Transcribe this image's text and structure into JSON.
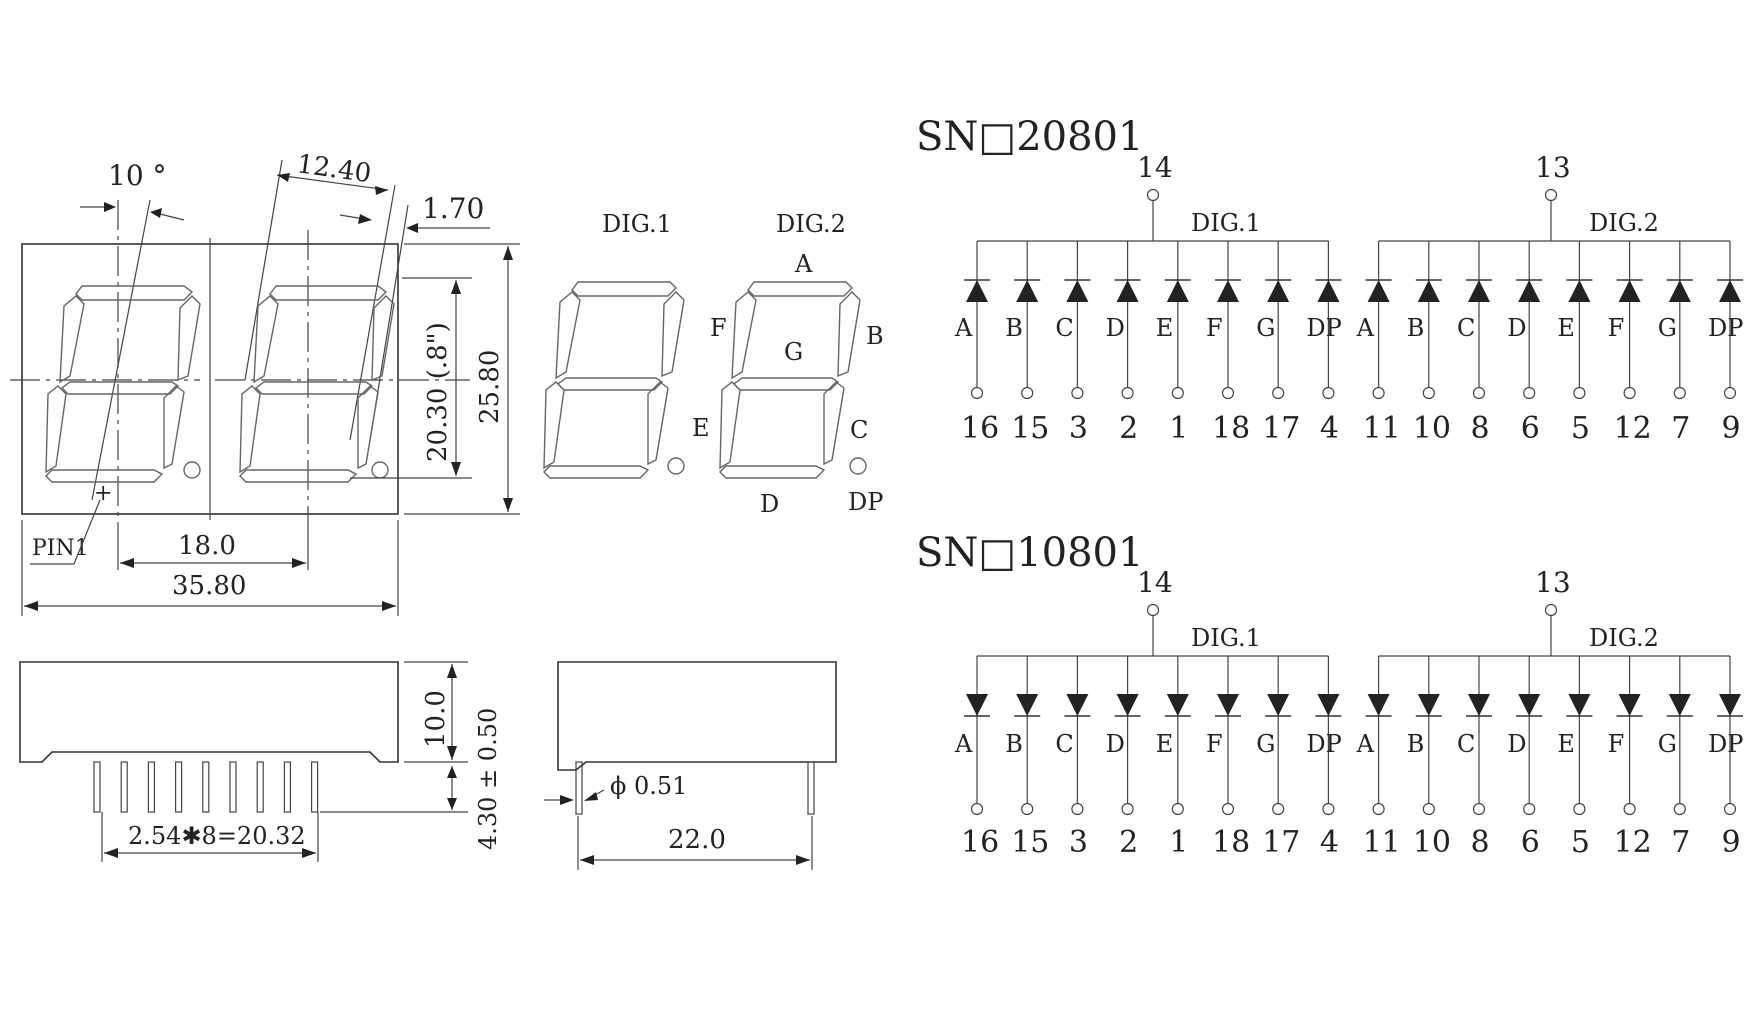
{
  "dims": {
    "angle": "10 °",
    "seg_width": "12.40",
    "offset": "1.70",
    "digit_height": "20.30 (.8\")",
    "body_height": "25.80",
    "pin1": "PIN1",
    "plus": "+",
    "pitch": "18.0",
    "body_width": "35.80",
    "depth": "10.0",
    "pin_length": "4.30 ± 0.50",
    "pin_spacing": "2.54✱8=20.32",
    "pin_dia": "ϕ 0.51",
    "row_spacing": "22.0"
  },
  "front_labels": {
    "dig1": "DIG.1",
    "dig2": "DIG.2",
    "seg_a": "A",
    "seg_b": "B",
    "seg_c": "C",
    "seg_d": "D",
    "seg_e": "E",
    "seg_f": "F",
    "seg_g": "G",
    "seg_dp": "DP"
  },
  "circuits": [
    {
      "title": "SN□20801",
      "type": "common-anode",
      "digits": [
        {
          "label": "DIG.1",
          "common_pin": "14",
          "segments": [
            "A",
            "B",
            "C",
            "D",
            "E",
            "F",
            "G",
            "DP"
          ],
          "pins": [
            "16",
            "15",
            "3",
            "2",
            "1",
            "18",
            "17",
            "4"
          ]
        },
        {
          "label": "DIG.2",
          "common_pin": "13",
          "segments": [
            "A",
            "B",
            "C",
            "D",
            "E",
            "F",
            "G",
            "DP"
          ],
          "pins": [
            "11",
            "10",
            "8",
            "6",
            "5",
            "12",
            "7",
            "9"
          ]
        }
      ]
    },
    {
      "title": "SN□10801",
      "type": "common-cathode",
      "digits": [
        {
          "label": "DIG.1",
          "common_pin": "14",
          "segments": [
            "A",
            "B",
            "C",
            "D",
            "E",
            "F",
            "G",
            "DP"
          ],
          "pins": [
            "16",
            "15",
            "3",
            "2",
            "1",
            "18",
            "17",
            "4"
          ]
        },
        {
          "label": "DIG.2",
          "common_pin": "13",
          "segments": [
            "A",
            "B",
            "C",
            "D",
            "E",
            "F",
            "G",
            "DP"
          ],
          "pins": [
            "11",
            "10",
            "8",
            "6",
            "5",
            "12",
            "7",
            "9"
          ]
        }
      ]
    }
  ]
}
